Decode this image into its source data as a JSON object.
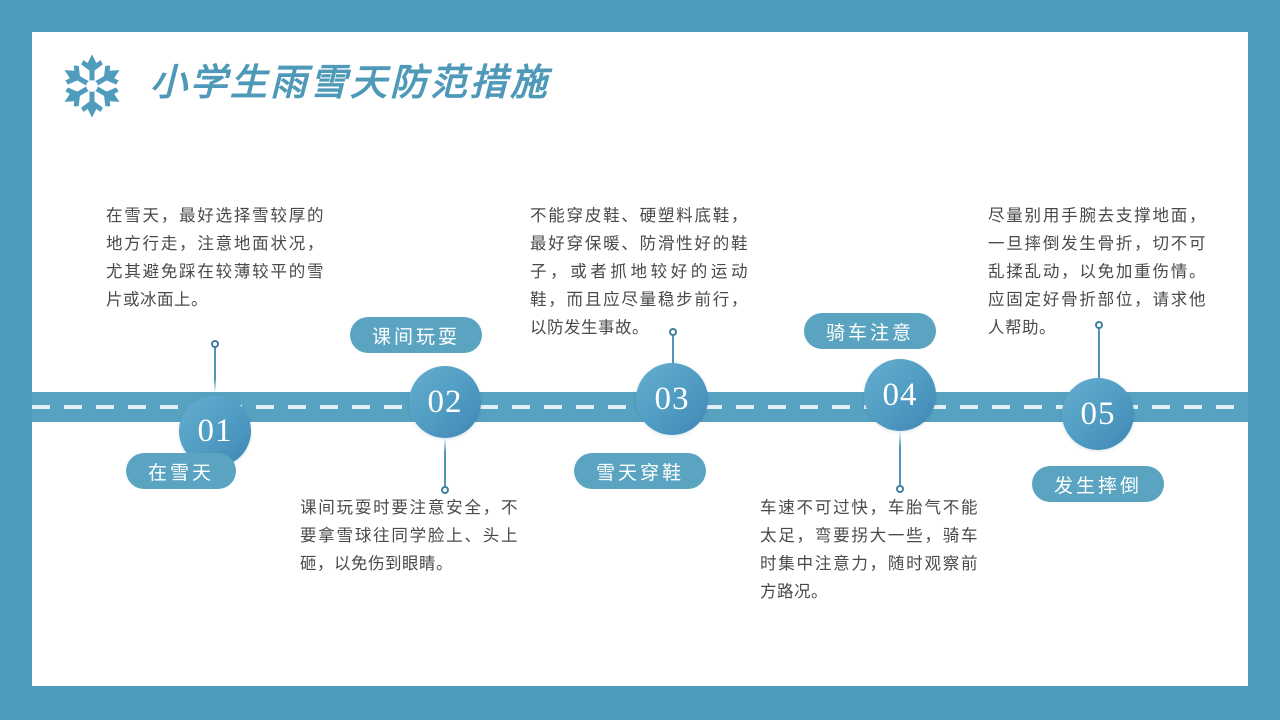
{
  "header": {
    "title": "小学生雨雪天防范措施",
    "icon": "snowflake-icon"
  },
  "theme": {
    "frame_color": "#4d9cbe",
    "road_color": "#56a2c0",
    "pill_color": "#5aa4c1",
    "circle_color": "#4f9bc2",
    "title_color": "#4f99b8",
    "body_text_color": "#4a4a4a",
    "canvas_color": "#ffffff"
  },
  "timeline": {
    "nodes": [
      {
        "number": "01",
        "pill": "在雪天",
        "pill_side": "below",
        "text": "在雪天，最好选择雪较厚的地方行走，注意地面状况，尤其避免踩在较薄较平的雪片或冰面上。",
        "text_side": "above"
      },
      {
        "number": "02",
        "pill": "课间玩耍",
        "pill_side": "above",
        "text": "课间玩耍时要注意安全，不要拿雪球往同学脸上、头上砸，以免伤到眼睛。",
        "text_side": "below"
      },
      {
        "number": "03",
        "pill": "雪天穿鞋",
        "pill_side": "below",
        "text": "不能穿皮鞋、硬塑料底鞋，最好穿保暖、防滑性好的鞋子，或者抓地较好的运动鞋，而且应尽量稳步前行，以防发生事故。",
        "text_side": "above"
      },
      {
        "number": "04",
        "pill": "骑车注意",
        "pill_side": "above",
        "text": "车速不可过快，车胎气不能太足，弯要拐大一些，骑车时集中注意力，随时观察前方路况。",
        "text_side": "below"
      },
      {
        "number": "05",
        "pill": "发生摔倒",
        "pill_side": "below",
        "text": "尽量别用手腕去支撑地面，一旦摔倒发生骨折，切不可乱揉乱动，以免加重伤情。应固定好骨折部位，请求他人帮助。",
        "text_side": "above"
      }
    ]
  }
}
